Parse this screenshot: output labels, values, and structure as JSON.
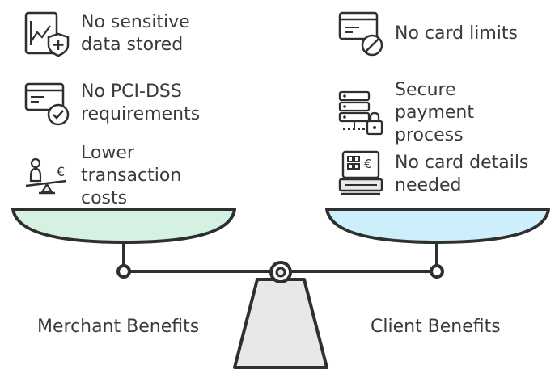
{
  "merchant": {
    "label": "Merchant Benefits",
    "items": [
      {
        "text": "No sensitive data stored",
        "icon": "chart-shield-plus-icon"
      },
      {
        "text": "No PCI-DSS requirements",
        "icon": "card-check-icon"
      },
      {
        "text": "Lower transaction costs",
        "icon": "person-balance-euro-icon"
      }
    ]
  },
  "client": {
    "label": "Client Benefits",
    "items": [
      {
        "text": "No card limits",
        "icon": "card-no-icon"
      },
      {
        "text": "Secure payment process",
        "icon": "server-lock-icon"
      },
      {
        "text": "No card details needed",
        "icon": "pos-terminal-euro-icon"
      }
    ]
  },
  "colors": {
    "left_pan_fill": "#d4f1e2",
    "right_pan_fill": "#cdeffb",
    "base_fill": "#e8e8e8",
    "stroke": "#2f2f2f",
    "text": "#3a3a3a"
  }
}
